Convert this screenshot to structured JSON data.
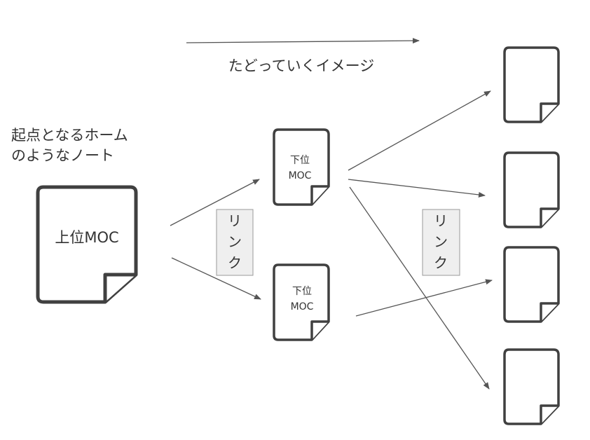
{
  "header": {
    "traverse_label": "たどっていくイメージ"
  },
  "home_note": {
    "line1": "起点となるホーム",
    "line2": "のようなノート"
  },
  "docs": {
    "top_moc": "上位MOC",
    "lower_moc_1": {
      "line1": "下位",
      "line2": "MOC"
    },
    "lower_moc_2": {
      "line1": "下位",
      "line2": "MOC"
    }
  },
  "link_labels": {
    "link_1": {
      "c1": "リ",
      "c2": "ン",
      "c3": "ク"
    },
    "link_2": {
      "c1": "リ",
      "c2": "ン",
      "c3": "ク"
    }
  },
  "colors": {
    "stroke": "#404040",
    "arrow": "#555555",
    "link_box_fill": "#efefef"
  }
}
